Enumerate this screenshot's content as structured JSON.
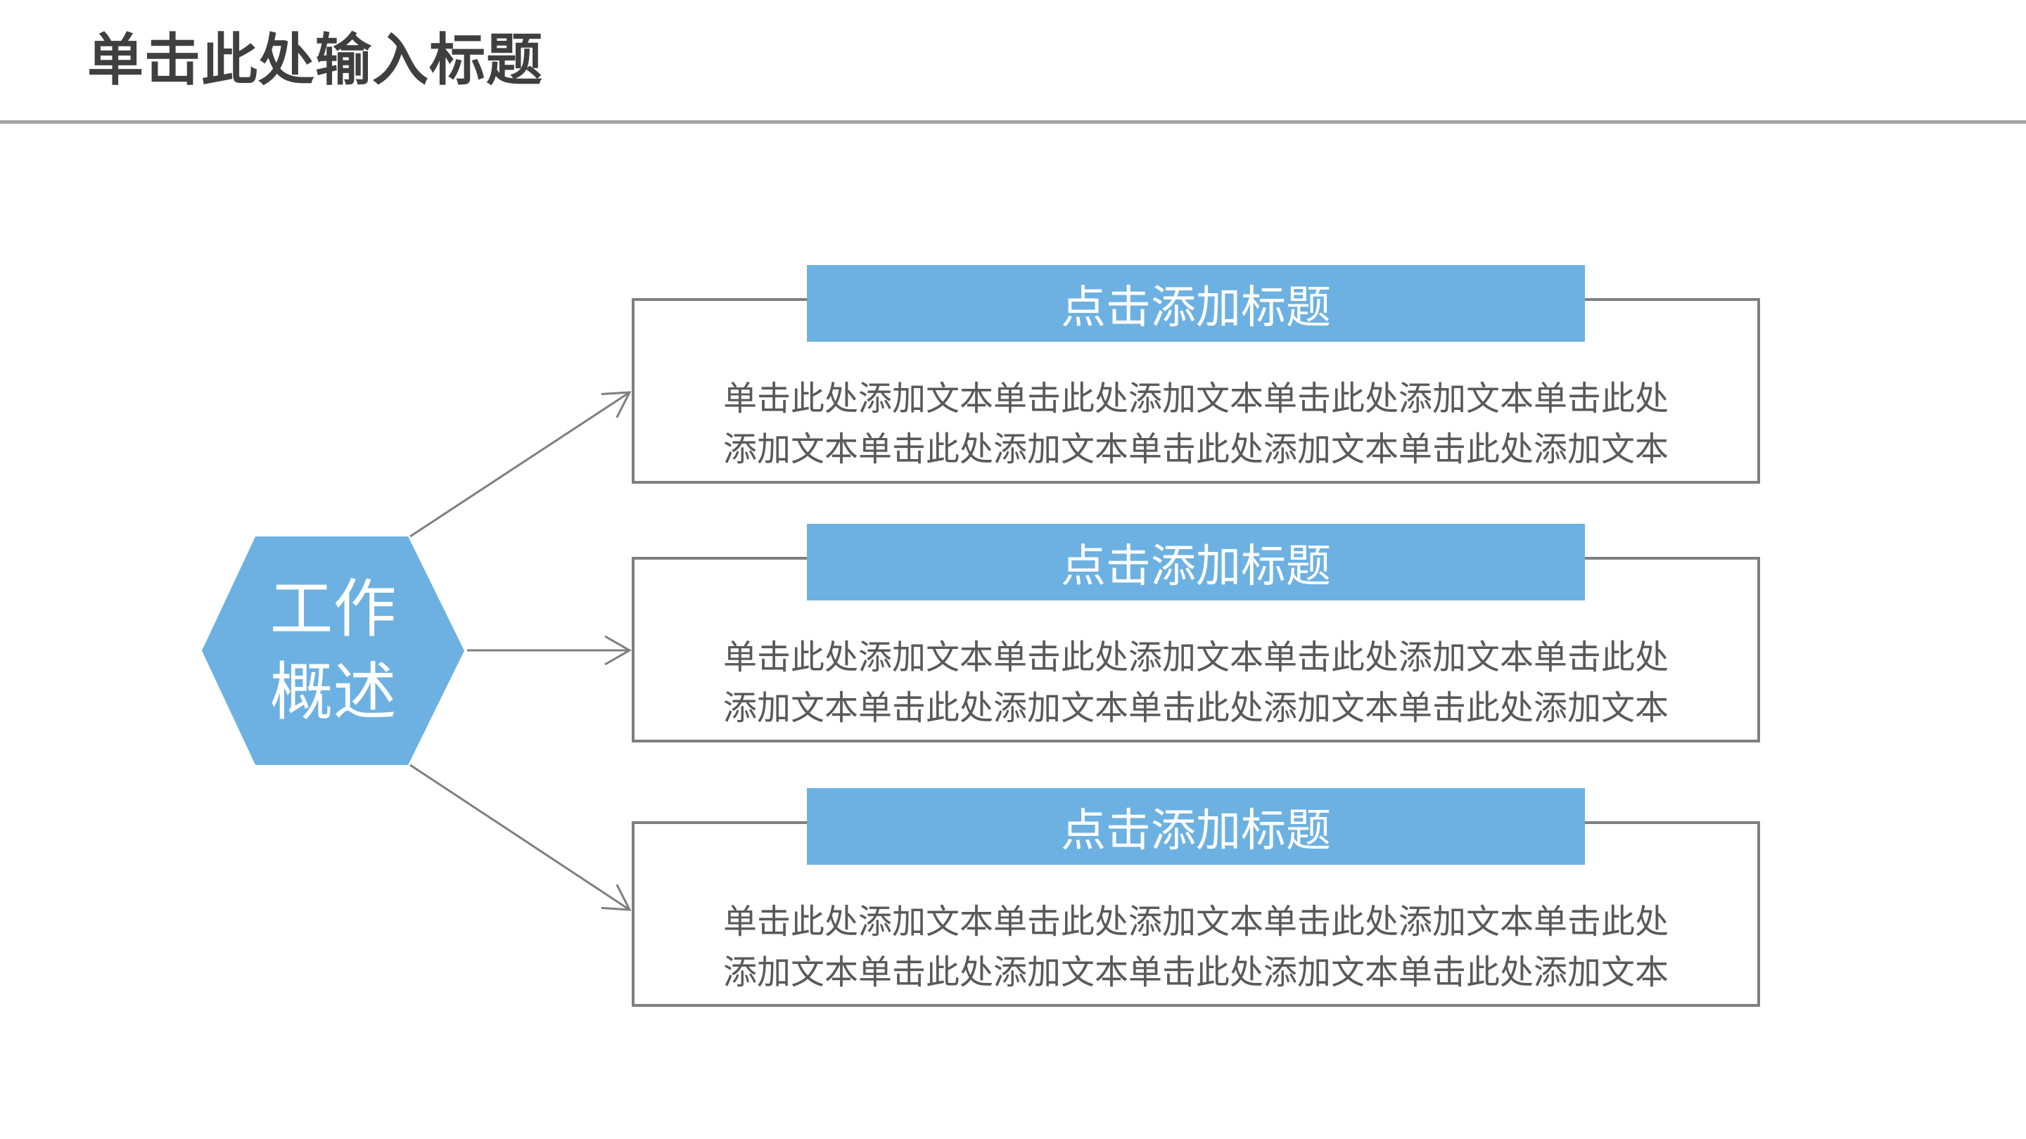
{
  "slide": {
    "title": "单击此处输入标题",
    "hexagon": {
      "line1": "工作",
      "line2": "概述"
    },
    "branches": [
      {
        "header": "点击添加标题",
        "body_line1": "单击此处添加文本单击此处添加文本单击此处添加文本单击此处",
        "body_line2": "添加文本单击此处添加文本单击此处添加文本单击此处添加文本"
      },
      {
        "header": "点击添加标题",
        "body_line1": "单击此处添加文本单击此处添加文本单击此处添加文本单击此处",
        "body_line2": "添加文本单击此处添加文本单击此处添加文本单击此处添加文本"
      },
      {
        "header": "点击添加标题",
        "body_line1": "单击此处添加文本单击此处添加文本单击此处添加文本单击此处",
        "body_line2": "添加文本单击此处添加文本单击此处添加文本单击此处添加文本"
      }
    ],
    "colors": {
      "accent_blue": "#6CB1E1",
      "title_text": "#3F3F3F",
      "body_text": "#595959",
      "header_text": "#FFFFFF",
      "box_border": "#7F7F7F",
      "connector": "#7F7F7F",
      "separator": "#A6A6A6",
      "background": "#FFFFFF"
    }
  }
}
